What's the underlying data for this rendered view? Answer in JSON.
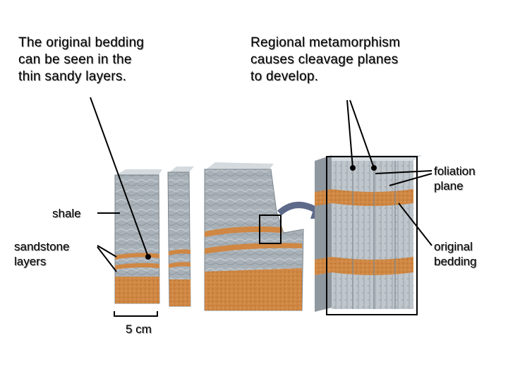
{
  "captions": {
    "left": "The original bedding\ncan be seen in the\nthin sandy layers.",
    "right": "Regional metamorphism\ncauses cleavage planes\nto develop."
  },
  "labels": {
    "shale": "shale",
    "sandstone": "sandstone\nlayers",
    "scale": "5 cm",
    "foliation": "foliation\nplane",
    "bedding": "original\nbedding"
  },
  "colors": {
    "shale": "#a9b1b8",
    "sandstone": "#d18a44",
    "frame": "#000000"
  }
}
